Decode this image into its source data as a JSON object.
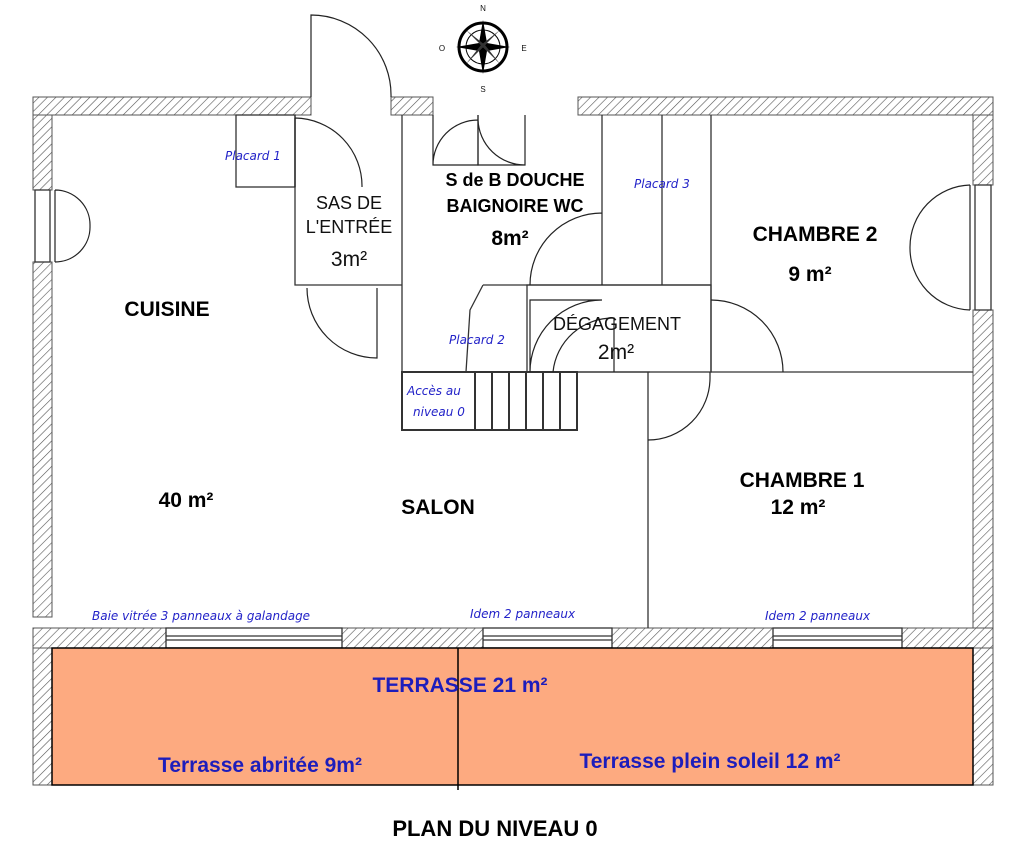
{
  "compass": {
    "north": "N",
    "south": "S",
    "east": "E",
    "west": "O"
  },
  "rooms": {
    "placard1": "Placard 1",
    "sas_line1": "SAS DE",
    "sas_line2": "L'ENTRÉE",
    "sas_area": "3m²",
    "sdb_line1": "S de B DOUCHE",
    "sdb_line2": "BAIGNOIRE WC",
    "sdb_area": "8m²",
    "placard3": "Placard 3",
    "chambre2": "CHAMBRE 2",
    "chambre2_area": "9 m²",
    "cuisine": "CUISINE",
    "placard2": "Placard 2",
    "degagement": "DÉGAGEMENT",
    "degagement_area": "2m²",
    "acces_line1": "Accès au",
    "acces_line2": "niveau 0",
    "salon_area": "40 m²",
    "salon": "SALON",
    "chambre1": "CHAMBRE 1",
    "chambre1_area": "12 m²"
  },
  "windows": {
    "baie": "Baie vitrée 3 panneaux à galandage",
    "idem1": "Idem 2 panneaux",
    "idem2": "Idem 2 panneaux"
  },
  "terrace": {
    "title": "TERRASSE 21 m²",
    "covered": "Terrasse abritée 9m²",
    "sunny": "Terrasse plein soleil 12 m²",
    "color": "#FDAA80"
  },
  "plan_title": "PLAN DU NIVEAU 0"
}
